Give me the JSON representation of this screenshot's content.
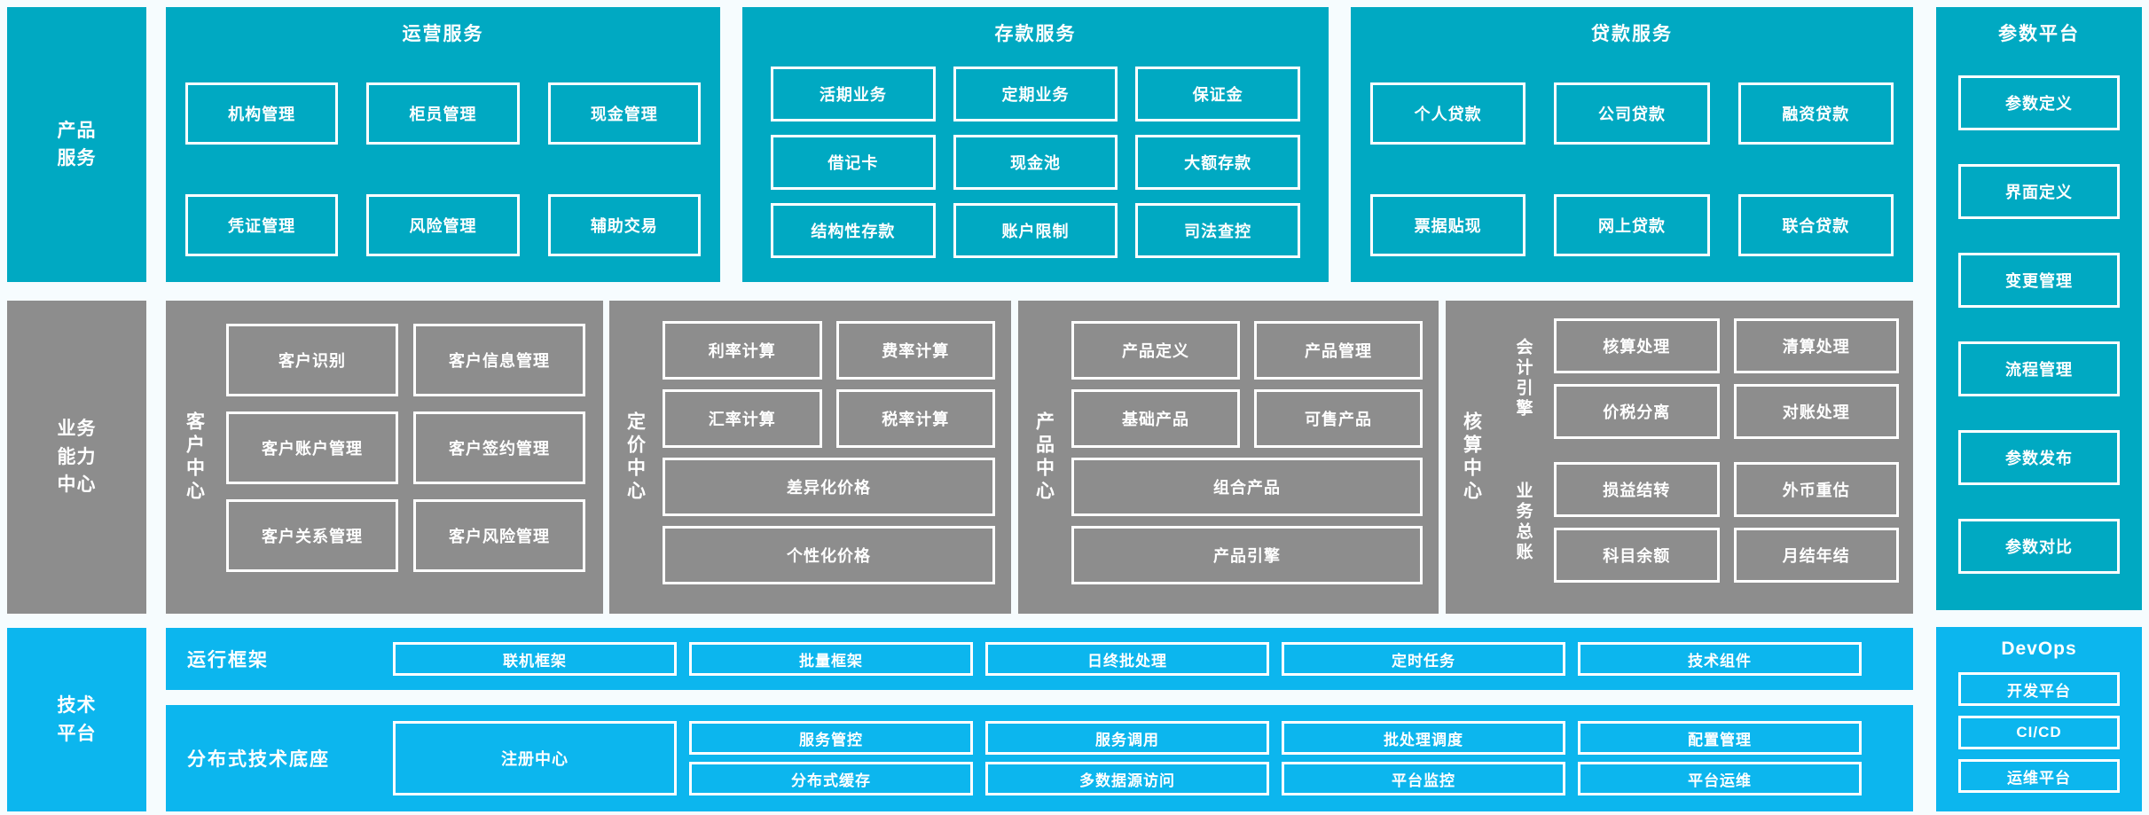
{
  "colors": {
    "teal": "#00a9c2",
    "gray": "#8d8d8d",
    "blue": "#0cb6ee",
    "background": "#f6fcfe"
  },
  "sides": {
    "product": "产品服务",
    "business": "业务能力中心",
    "tech": "技术平台"
  },
  "ops": {
    "title": "运营服务",
    "rows": [
      [
        "机构管理",
        "柜员管理",
        "现金管理"
      ],
      [
        "凭证管理",
        "风险管理",
        "辅助交易"
      ]
    ]
  },
  "deposit": {
    "title": "存款服务",
    "rows": [
      [
        "活期业务",
        "定期业务",
        "保证金"
      ],
      [
        "借记卡",
        "现金池",
        "大额存款"
      ],
      [
        "结构性存款",
        "账户限制",
        "司法查控"
      ]
    ]
  },
  "loan": {
    "title": "贷款服务",
    "rows": [
      [
        "个人贷款",
        "公司贷款",
        "融资贷款"
      ],
      [
        "票据贴现",
        "网上贷款",
        "联合贷款"
      ]
    ]
  },
  "param": {
    "title": "参数平台",
    "items": [
      "参数定义",
      "界面定义",
      "变更管理",
      "流程管理",
      "参数发布",
      "参数对比"
    ]
  },
  "customer": {
    "label": "客户中心",
    "rows": [
      [
        "客户识别",
        "客户信息管理"
      ],
      [
        "客户账户管理",
        "客户签约管理"
      ],
      [
        "客户关系管理",
        "客户风险管理"
      ]
    ]
  },
  "pricing": {
    "label": "定价中心",
    "pairs": [
      [
        "利率计算",
        "费率计算"
      ],
      [
        "汇率计算",
        "税率计算"
      ]
    ],
    "full": [
      "差异化价格",
      "个性化价格"
    ]
  },
  "product": {
    "label": "产品中心",
    "pairs": [
      [
        "产品定义",
        "产品管理"
      ],
      [
        "基础产品",
        "可售产品"
      ]
    ],
    "full": [
      "组合产品",
      "产品引擎"
    ]
  },
  "accounting": {
    "label": "核算中心",
    "groups": [
      {
        "label": "会计引擎",
        "rows": [
          [
            "核算处理",
            "清算处理"
          ],
          [
            "价税分离",
            "对账处理"
          ]
        ]
      },
      {
        "label": "业务总账",
        "rows": [
          [
            "损益结转",
            "外币重估"
          ],
          [
            "科目余额",
            "月结年结"
          ]
        ]
      }
    ]
  },
  "runtime": {
    "label": "运行框架",
    "items": [
      "联机框架",
      "批量框架",
      "日终批处理",
      "定时任务",
      "技术组件"
    ]
  },
  "distributed": {
    "label": "分布式技术底座",
    "registry": "注册中心",
    "grid": [
      [
        "服务管控",
        "服务调用",
        "批处理调度",
        "配置管理"
      ],
      [
        "分布式缓存",
        "多数据源访问",
        "平台监控",
        "平台运维"
      ]
    ]
  },
  "devops": {
    "title": "DevOps",
    "items": [
      "开发平台",
      "CI/CD",
      "运维平台"
    ]
  }
}
